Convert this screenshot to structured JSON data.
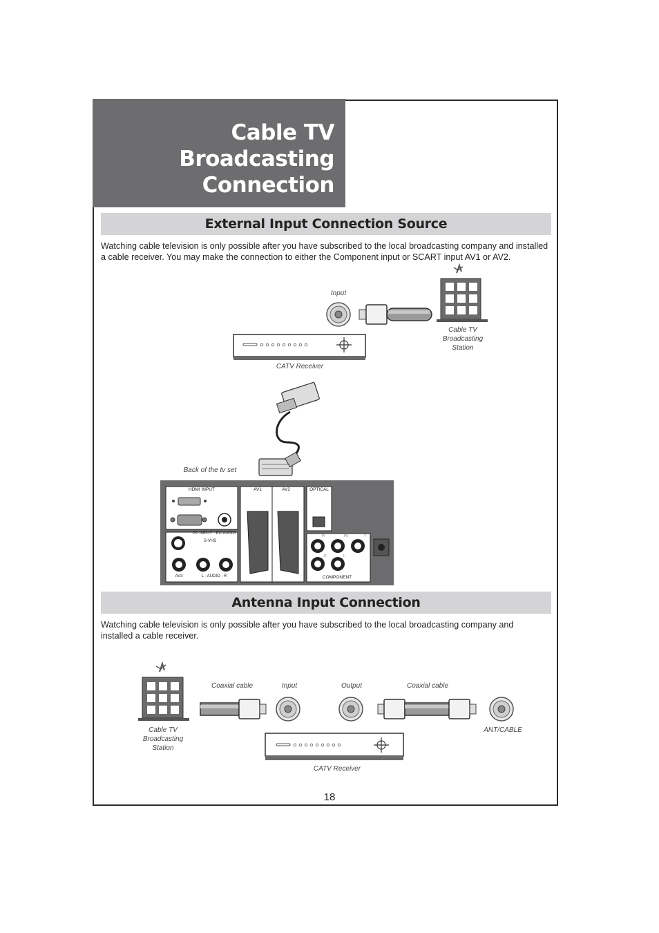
{
  "page": {
    "title_lines": [
      "Cable TV",
      "Broadcasting",
      "Connection"
    ],
    "page_number": "18"
  },
  "section1": {
    "heading": "External Input Connection Source",
    "body": "Watching cable television is only possible after you have subscribed to the local broadcasting company and installed a cable receiver. You may make the connection to either the Component input or SCART input AV1 or AV2.",
    "labels": {
      "input": "Input",
      "station_lines": [
        "Cable TV",
        "Broadcasting",
        "Station"
      ],
      "receiver": "CATV Receiver",
      "back_of_tv": "Back of the tv set"
    },
    "panel": {
      "hdmi": "HDMI INPUT",
      "av1": "AV1",
      "av2": "AV2",
      "optical": "OPTICAL",
      "pc_input": "PC INPUT",
      "pc_audio": "PC AUDIO",
      "svhs": "S-VHS",
      "av3": "AV3",
      "audio": "L - AUDIO - R",
      "component": "COMPONENT",
      "pr": "Pr",
      "pb": "Pb",
      "y": "Y",
      "r": "R",
      "l": "L"
    }
  },
  "section2": {
    "heading": "Antenna Input Connection",
    "body": "Watching cable television is only possible after you have subscribed to the local broadcasting company and installed a cable receiver.",
    "labels": {
      "station_lines": [
        "Cable TV",
        "Broadcasting",
        "Station"
      ],
      "coaxial_cable_1": "Coaxial cable",
      "input": "Input",
      "output": "Output",
      "coaxial_cable_2": "Coaxial cable",
      "ant_cable": "ANT/CABLE",
      "receiver": "CATV Receiver"
    }
  }
}
